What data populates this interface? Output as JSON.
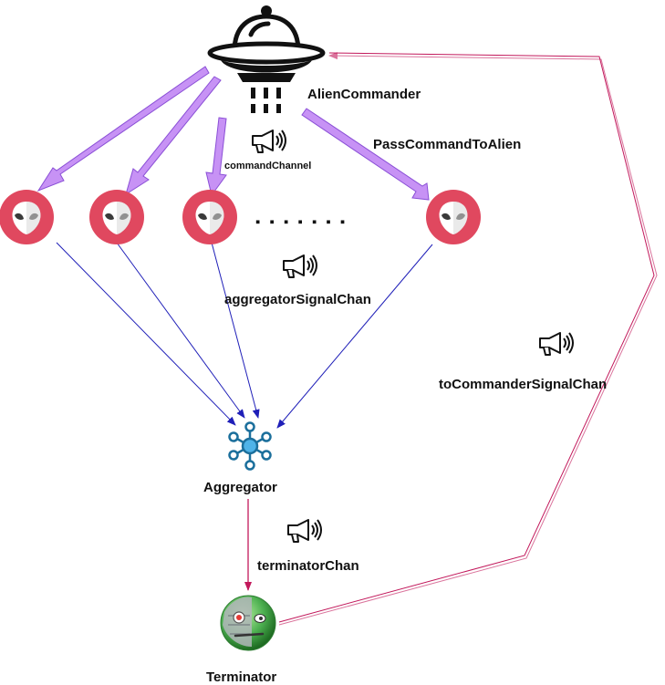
{
  "nodes": {
    "commander": {
      "label": "AlienCommander",
      "icon": "ufo-icon"
    },
    "aliens": [
      {
        "icon": "alien-icon"
      },
      {
        "icon": "alien-icon"
      },
      {
        "icon": "alien-icon"
      },
      {
        "icon": "alien-icon"
      }
    ],
    "ellipsis": "▪ ▪ ▪ ▪ ▪ ▪ ▪",
    "aggregator": {
      "label": "Aggregator",
      "icon": "network-hub-icon"
    },
    "terminator": {
      "label": "Terminator",
      "icon": "terminator-head-icon"
    }
  },
  "channels": {
    "command": "commandChannel",
    "pass_command": "PassCommandToAlien",
    "aggregator_signal": "aggregatorSignalChan",
    "to_commander": "toCommanderSignalChan",
    "terminator": "terminatorChan"
  },
  "colors": {
    "command_arrow": "#c792f5",
    "command_arrow_stroke": "#8a4fd6",
    "aggregator_arrow": "#1f1fb8",
    "terminator_arrow": "#c2185b",
    "alien_badge": "#e0485f",
    "hub": "#1b6f9c",
    "hub_center": "#4fb3e8"
  },
  "icons": {
    "channel": "megaphone-icon"
  }
}
